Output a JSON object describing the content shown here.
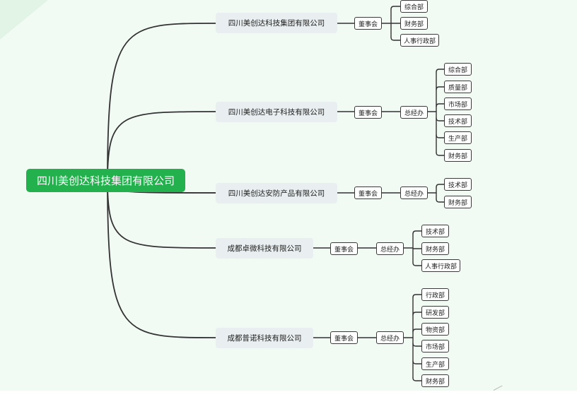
{
  "root": {
    "label": "四川美创达科技集团有限公司"
  },
  "companies": [
    {
      "label": "四川美创达科技集团有限公司",
      "board": "董事会",
      "departments": [
        "综合部",
        "财务部",
        "人事行政部"
      ]
    },
    {
      "label": "四川美创达电子科技有限公司",
      "board": "董事会",
      "gm": "总经办",
      "departments": [
        "综合部",
        "质量部",
        "市场部",
        "技术部",
        "生产部",
        "财务部"
      ]
    },
    {
      "label": "四川美创达安防产品有限公司",
      "board": "董事会",
      "gm": "总经办",
      "departments": [
        "技术部",
        "财务部"
      ]
    },
    {
      "label": "成都卓微科技有限公司",
      "board": "董事会",
      "gm": "总经办",
      "departments": [
        "技术部",
        "财务部",
        "人事行政部"
      ]
    },
    {
      "label": "成都普诺科技有限公司",
      "board": "董事会",
      "gm": "总经办",
      "departments": [
        "行政部",
        "研发部",
        "物资部",
        "市场部",
        "生产部",
        "财务部"
      ]
    }
  ],
  "colors": {
    "root_bg": "#22b14c",
    "company_bg": "#e9eff0",
    "canvas_bg": "#f1fbf4",
    "line": "#333333"
  }
}
